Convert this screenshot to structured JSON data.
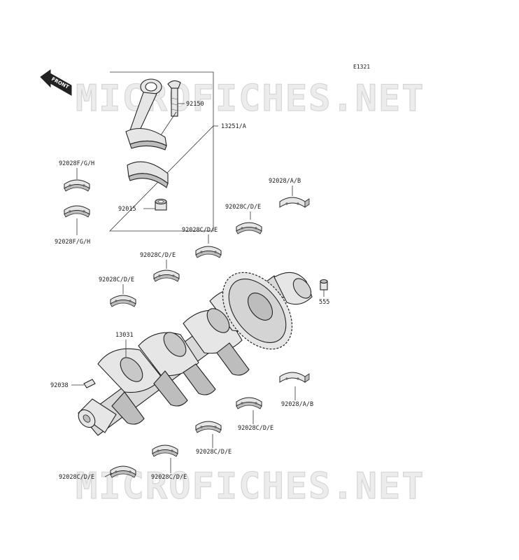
{
  "diagram_code": "E1321",
  "watermark_text": "MICROFICHES.NET",
  "front_indicator": "FRONT",
  "labels": {
    "p92150": "92150",
    "p13251": "13251/A",
    "p92028fgh_top": "92028F/G/H",
    "p92028fgh_bottom": "92028F/G/H",
    "p92015": "92015",
    "p92028ab_top": "92028/A/B",
    "p92028cde_1": "92028C/D/E",
    "p92028cde_2": "92028C/D/E",
    "p92028cde_3": "92028C/D/E",
    "p92028cde_4": "92028C/D/E",
    "p555": "555",
    "p13031": "13031",
    "p92038": "92038",
    "p92028ab_bottom": "92028/A/B",
    "p92028cde_5": "92028C/D/E",
    "p92028cde_6": "92028C/D/E",
    "p92028cde_7": "92028C/D/E",
    "p92028cde_8": "92028C/D/E"
  },
  "colors": {
    "part_fill": "#e6e6e6",
    "part_shade": "#bdbdbd",
    "line": "#333333"
  }
}
